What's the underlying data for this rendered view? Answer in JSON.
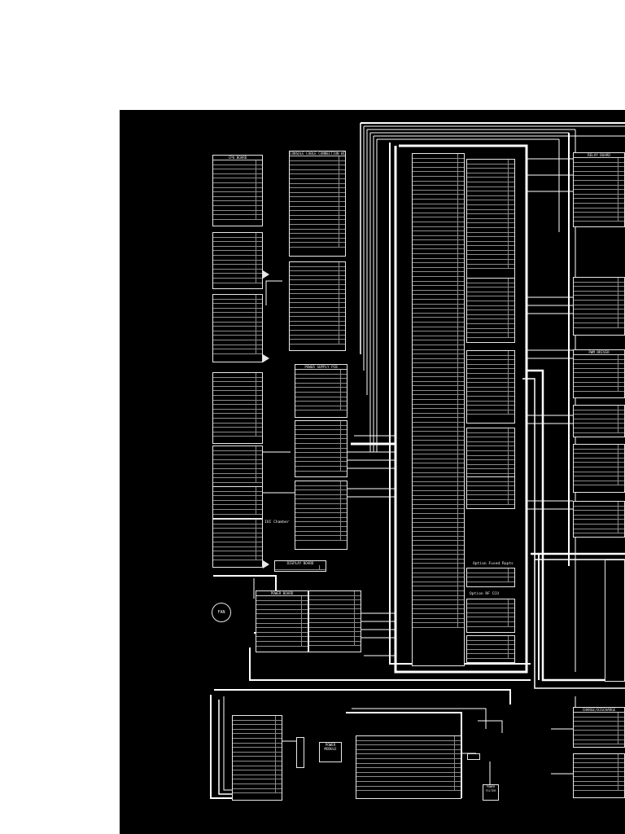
{
  "diagram": {
    "labels": {
      "cpu_board": "CPU BOARD",
      "console_cable": "CONSOLE CABLE CONNECTION WIRES",
      "relay_board": "RELAY BOARD",
      "power_supply_pcb": "POWER SUPPLY PCB",
      "power_board": "POWER BOARD",
      "display_board": "DISPLAY BOARD",
      "ioi_chamber": "IOI Chamber",
      "fan": "FAN",
      "power_module": "POWER MODULE",
      "option_fused_rupts": "Option Fused Rupts",
      "option_rf_ccu": "Option RF CCU",
      "charge_discharge": "CHARGE/DISCHARGE",
      "pwm_driver": "PWM DRIVER",
      "power_filter": "POWER FILTER"
    }
  },
  "colors": {
    "background": "#000000",
    "wire": "#ffffff",
    "page": "#ffffff"
  }
}
